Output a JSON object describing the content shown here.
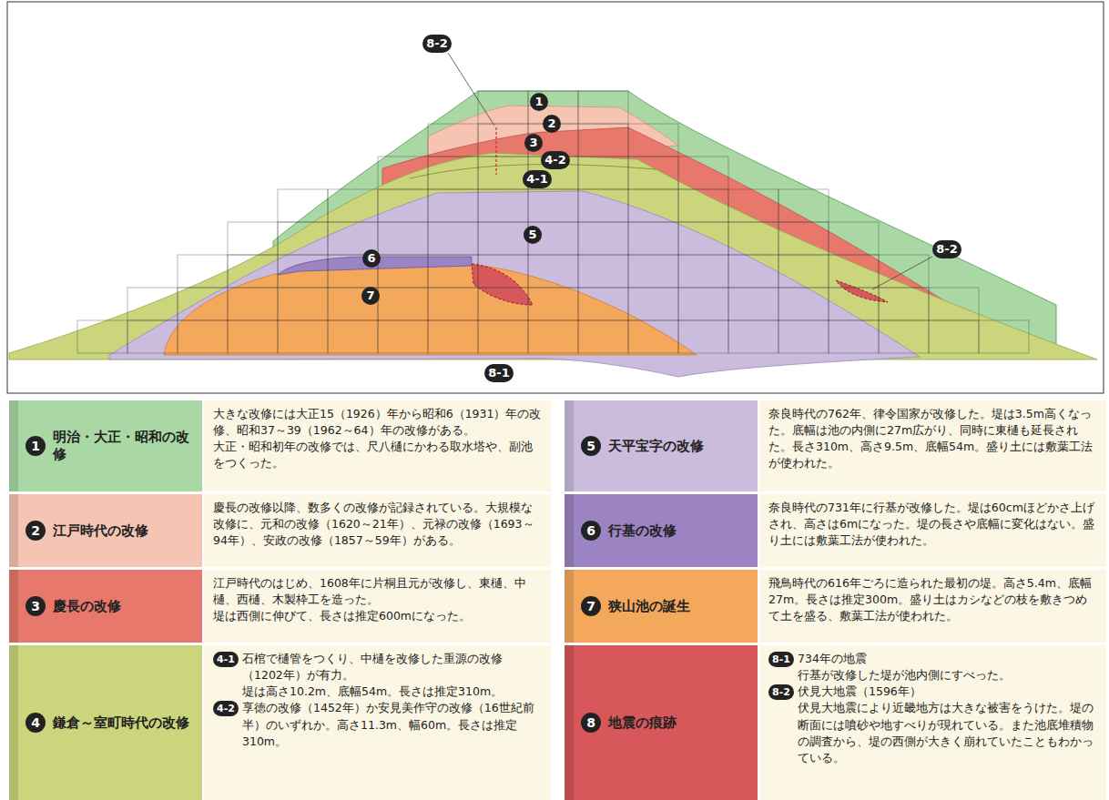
{
  "diagram": {
    "nodes": [
      {
        "text": [
          "1",
          "明治・大正・昭和の改修",
          "大きな改修には大正15（1926）年から昭和6（1931）年の改修、昭和37～39（1962～64）年の改修がある。",
          "大正・昭和初年の改修では、尺八樋にかわる取水塔や、副池をつくった。"
        ]
      },
      {
        "text": [
          "2",
          "江戸時代の改修",
          "慶長の改修以降、数多くの改修が記録されている。大規模な改修に、元和の改修（1620～21年）、元禄の改修（1693～94年）、安政の改修（1857～59年）がある。"
        ]
      },
      {
        "text": [
          "3",
          "慶長の改修",
          "江戸時代のはじめ、1608年に片桐且元が改修し、東樋、中樋、西樋、木製枠工を造った。",
          "堤は西側に伸びて、長さは推定600mになった。"
        ]
      },
      {
        "text": [
          "4",
          "鎌倉～室町時代の改修",
          "4-1",
          "石棺で樋管をつくり、中樋を改修した重源の改修（1202年）が有力。",
          "堤は高さ10.2m、底幅54m。長さは推定310m。",
          "4-2",
          "享徳の改修（1452年）か安見美作守の改修（16世紀前半）のいずれか。高さ11.3m、幅60m。長さは推定310m。"
        ]
      },
      {
        "text": [
          "5",
          "天平宝字の改修",
          "奈良時代の762年、律令国家が改修した。堤は3.5m高くなった。底幅は池の内側に27m広がり、同時に東樋も延長された。長さ310m、高さ9.5m、底幅54m。盛り土には敷葉工法が使われた。"
        ]
      },
      {
        "text": [
          "6",
          "行基の改修",
          "奈良時代の731年に行基が改修した。堤は60cmほどかさ上げされ、高さは6mになった。堤の長さや底幅に変化はない。盛り土には敷葉工法が使われた。"
        ]
      },
      {
        "text": [
          "7",
          "狭山池の誕生",
          "飛鳥時代の616年ごろに造られた最初の堤。高さ5.4m、底幅27m。長さは推定300m。盛り土はカシなどの枝を敷きつめて土を盛る、敷葉工法が使われた。"
        ]
      },
      {
        "text": [
          "8",
          "地震の痕跡",
          "8-1",
          "734年の地震",
          "行基が改修した堤が池内側にすべった。",
          "8-2",
          "伏見大地震（1596年）",
          "伏見大地震により近畿地方は大きな被害をうけた。堤の断面には噴砂や地すべりが現れている。また池底堆積物の調査から、堤の西側が大きく崩れていたこともわかっている。"
        ]
      }
    ],
    "labels": [
      "8-2",
      "1",
      "2",
      "3",
      "4-2",
      "4-1",
      "5",
      "6",
      "7",
      "8-2",
      "8-1"
    ]
  }
}
